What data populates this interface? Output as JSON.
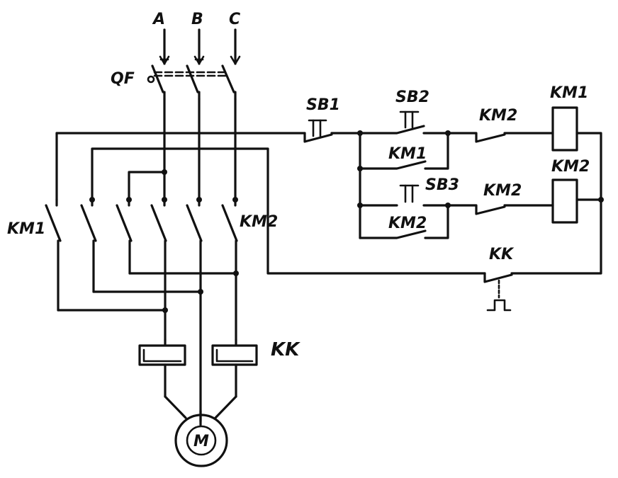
{
  "labels": {
    "phase_a": "A",
    "phase_b": "B",
    "phase_c": "C",
    "breaker": "QF",
    "contactor_km1_power": "KM1",
    "contactor_km2_power": "KM2",
    "overload_relay": "KK",
    "motor": "M",
    "stop_button": "SB1",
    "forward_button": "SB2",
    "reverse_button": "SB3",
    "km1_hold_contact": "KM1",
    "km2_hold_contact": "KM2",
    "km2_interlock": "KM2",
    "km2_interlock_lower": "KM2",
    "km1_coil": "KM1",
    "km2_coil": "KM2",
    "overload_contact": "KK"
  },
  "colors": {
    "ink": "#111111",
    "paper": "#ffffff"
  }
}
